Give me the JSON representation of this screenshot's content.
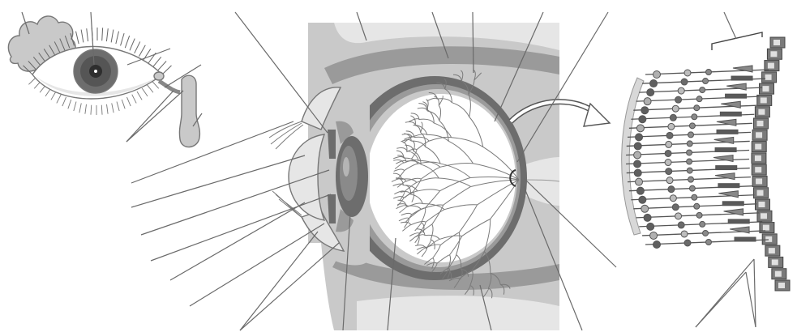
{
  "figure": {
    "panels": [
      "external-eye",
      "eye-cross-section",
      "retina-detail"
    ],
    "labels_text": "",
    "colors": {
      "dark_tissue": "#6d6d6d",
      "mid_tissue": "#9a9a9a",
      "light_tissue": "#c9c9c9",
      "pale_tissue": "#e6e6e6",
      "leader_line": "#6a6a6a"
    },
    "icons": [
      "curved-arrow-icon"
    ]
  }
}
